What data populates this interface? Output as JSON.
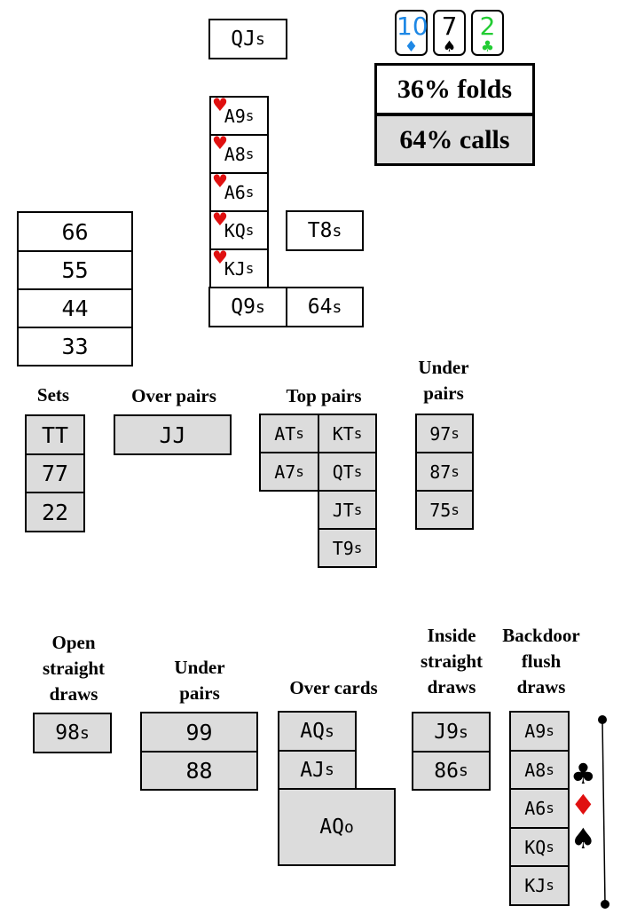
{
  "board": {
    "cards": [
      {
        "rank": "10",
        "suit": "♦",
        "color": "#1e88e5"
      },
      {
        "rank": "7",
        "suit": "♠",
        "color": "#000000"
      },
      {
        "rank": "2",
        "suit": "♣",
        "color": "#22cc33"
      }
    ]
  },
  "stats": {
    "folds": "36% folds",
    "calls": "64% calls"
  },
  "fold_range": {
    "qjs": {
      "hand": "QJ",
      "suffix": "s"
    },
    "a9s": {
      "hand": "A9",
      "suffix": "s"
    },
    "a8s": {
      "hand": "A8",
      "suffix": "s"
    },
    "a6s": {
      "hand": "A6",
      "suffix": "s"
    },
    "kqs": {
      "hand": "KQ",
      "suffix": "s"
    },
    "kjs": {
      "hand": "KJ",
      "suffix": "s"
    },
    "q9s": {
      "hand": "Q9",
      "suffix": "s"
    },
    "t8s": {
      "hand": "T8",
      "suffix": "s"
    },
    "64s": {
      "hand": "64",
      "suffix": "s"
    },
    "heart": "♥",
    "pairs": [
      "66",
      "55",
      "44",
      "33"
    ]
  },
  "categories": {
    "sets": {
      "label": "Sets",
      "hands": [
        "TT",
        "77",
        "22"
      ]
    },
    "over_pairs": {
      "label": "Over pairs",
      "hands": [
        "JJ"
      ]
    },
    "top_pairs": {
      "label": "Top pairs",
      "hands": [
        {
          "hand": "AT",
          "suffix": "s"
        },
        {
          "hand": "KT",
          "suffix": "s"
        },
        {
          "hand": "A7",
          "suffix": "s"
        },
        {
          "hand": "QT",
          "suffix": "s"
        },
        {
          "hand": "JT",
          "suffix": "s"
        },
        {
          "hand": "T9",
          "suffix": "s"
        }
      ]
    },
    "under_pairs_top": {
      "label_line1": "Under",
      "label_line2": "pairs",
      "hands": [
        {
          "hand": "97",
          "suffix": "s"
        },
        {
          "hand": "87",
          "suffix": "s"
        },
        {
          "hand": "75",
          "suffix": "s"
        }
      ]
    },
    "open_straight": {
      "label_line1": "Open",
      "label_line2": "straight",
      "label_line3": "draws",
      "hands": [
        {
          "hand": "98",
          "suffix": "s"
        }
      ]
    },
    "under_pairs_bottom": {
      "label_line1": "Under",
      "label_line2": "pairs",
      "hands": [
        "99",
        "88"
      ]
    },
    "over_cards": {
      "label": "Over cards",
      "hands": [
        {
          "hand": "AQ",
          "suffix": "s"
        },
        {
          "hand": "AJ",
          "suffix": "s"
        },
        {
          "hand": "AQ",
          "suffix": "o"
        }
      ]
    },
    "inside_straight": {
      "label_line1": "Inside",
      "label_line2": "straight",
      "label_line3": "draws",
      "hands": [
        {
          "hand": "J9",
          "suffix": "s"
        },
        {
          "hand": "86",
          "suffix": "s"
        }
      ]
    },
    "backdoor_flush": {
      "label_line1": "Backdoor",
      "label_line2": "flush",
      "label_line3": "draws",
      "hands": [
        {
          "hand": "A9",
          "suffix": "s"
        },
        {
          "hand": "A8",
          "suffix": "s"
        },
        {
          "hand": "A6",
          "suffix": "s"
        },
        {
          "hand": "KQ",
          "suffix": "s"
        },
        {
          "hand": "KJ",
          "suffix": "s"
        }
      ],
      "suit_icons": [
        {
          "glyph": "♣",
          "color": "#000000"
        },
        {
          "glyph": "♦",
          "color": "#e01010"
        },
        {
          "glyph": "♠",
          "color": "#000000"
        }
      ]
    }
  }
}
